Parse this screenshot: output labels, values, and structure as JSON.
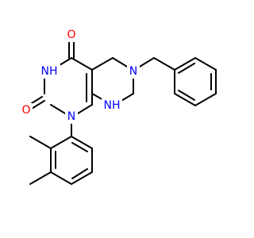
{
  "molecule": {
    "atoms": {
      "O4": {
        "text": "O",
        "color": "#ff0000"
      },
      "NH3": {
        "text": "NH",
        "color": "#0000ff"
      },
      "O2": {
        "text": "O",
        "color": "#ff0000"
      },
      "N1": {
        "text": "N",
        "color": "#0000ff"
      },
      "N6": {
        "text": "N",
        "color": "#0000ff"
      },
      "NH8": {
        "text": "NH",
        "color": "#0000ff"
      }
    }
  }
}
